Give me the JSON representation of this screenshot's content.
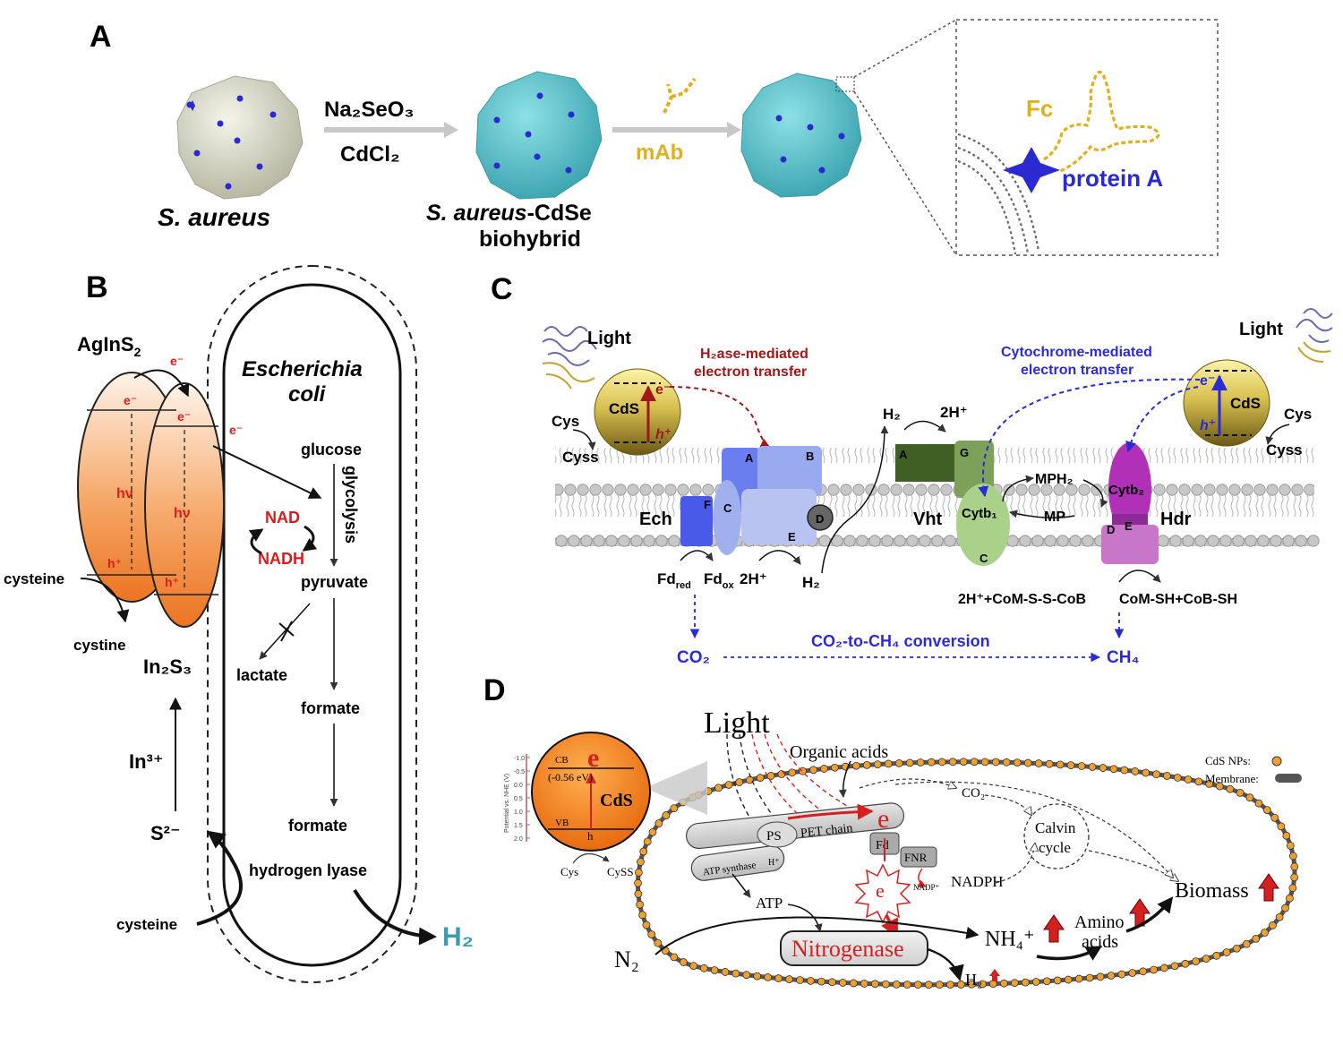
{
  "panelA": {
    "letter": "A",
    "reagent_top": "Na₂SeO₃",
    "reagent_bottom": "CdCl₂",
    "mab": "mAb",
    "label_bacterium": "S. aureus",
    "label_hybrid_1": "S. aureus",
    "label_hybrid_2": "-CdSe",
    "label_hybrid_3": "biohybrid",
    "fc": "Fc",
    "protein_a": "protein A",
    "colors": {
      "bacterium": "#d9d9c4",
      "hybrid": "#5fc6cf",
      "protein": "#2a2ad0",
      "antibody": "#e0b020"
    }
  },
  "panelB": {
    "letter": "B",
    "aginS2_main": "AgInS",
    "aginS2_sub": "2",
    "e_minus": "e⁻",
    "h_plus": "h⁺",
    "hv": "hν",
    "cell_1": "Escherichia",
    "cell_2": "coli",
    "glucose": "glucose",
    "glycolysis": "glycolysis",
    "nad": "NAD",
    "nadh": "NADH",
    "pyruvate": "pyruvate",
    "lactate": "lactate",
    "formate_1": "formate",
    "formate_2": "formate",
    "hydrogen_lyase": "hydrogen lyase",
    "h2": "H₂",
    "cysteine_top": "cysteine",
    "cystine": "cystine",
    "in2s3": "In₂S₃",
    "in3": "In³⁺",
    "s2": "S²⁻",
    "cysteine_bottom": "cysteine",
    "colors": {
      "particle": "#f08a3c",
      "accent": "#d91c1c",
      "h2": "#3c9cb0"
    }
  },
  "panelC": {
    "letter": "C",
    "light_left": "Light",
    "light_right": "Light",
    "h2ase_1": "H₂ase-mediated",
    "h2ase_2": "electron transfer",
    "cyto_1": "Cytochrome-mediated",
    "cyto_2": "electron transfer",
    "cds_left": "CdS",
    "cds_right": "CdS",
    "e_minus": "e⁻",
    "h_plus": "h⁺",
    "cys_left": "Cys",
    "cyss_left": "Cyss",
    "cys_right": "Cys",
    "cyss_right": "Cyss",
    "ech": "Ech",
    "ech_sub": [
      "A",
      "B",
      "C",
      "D",
      "E",
      "F"
    ],
    "vht": "Vht",
    "vht_sub": [
      "A",
      "G",
      "C"
    ],
    "cytb1": "Cytb₁",
    "mph2": "MPH₂",
    "mp": "MP",
    "cytb2": "Cytb₂",
    "hdr": "Hdr",
    "hdr_sub": [
      "D",
      "E"
    ],
    "h2_top": "H₂",
    "twoh_top": "2H⁺",
    "fdred": "Fd",
    "fdred_sub": "red",
    "fdox": "Fd",
    "fdox_sub": "ox",
    "twoh_bottom": "2H⁺",
    "h2_bottom": "H₂",
    "reaction_left": "2H⁺+CoM-S-S-CoB",
    "reaction_right": "CoM-SH+CoB-SH",
    "co2": "CO₂",
    "ch4": "CH₄",
    "conversion": "CO₂-to-CH₄ conversion",
    "colors": {
      "blue": "#2b2bd6",
      "red": "#a01818",
      "ech_dark": "#4a5ae8",
      "ech_light": "#a0b0ee",
      "vht_dark": "#3f5f24",
      "vht_light": "#a9d18a",
      "hdr": "#b030b8"
    }
  },
  "panelD": {
    "letter": "D",
    "light": "Light",
    "organic_acids": "Organic acids",
    "co2": "CO₂",
    "calvin_1": "Calvin",
    "calvin_2": "cycle",
    "biomass": "Biomass",
    "legend_nps": "CdS NPs:",
    "legend_membrane": "Membrane:",
    "axis_label": "Potential vs. NHE (V)",
    "axis_ticks": [
      "-1.0",
      "-0.5",
      "0.0",
      "0.5",
      "1.0",
      "1.5",
      "2.0"
    ],
    "cb": "CB",
    "vb": "VB",
    "ev": "(-0.56 eV)",
    "cds": "CdS",
    "e": "e",
    "h": "h",
    "cys": "Cys",
    "cyss": "CySS",
    "ps": "PS",
    "pet": "PET chain",
    "atp_synthase": "ATP synthase",
    "hplus": "H⁺",
    "fd": "Fd",
    "fnr": "FNR",
    "nadp_small": "NADP⁺",
    "nadph": "NADPH",
    "atp": "ATP",
    "nitrogenase": "Nitrogenase",
    "n2": "N₂",
    "nh4": "NH₄⁺",
    "h2": "H₂",
    "amino_1": "Amino",
    "amino_2": "acids",
    "colors": {
      "np": "#f0a030",
      "red": "#d42020",
      "membrane": "#555555"
    }
  }
}
